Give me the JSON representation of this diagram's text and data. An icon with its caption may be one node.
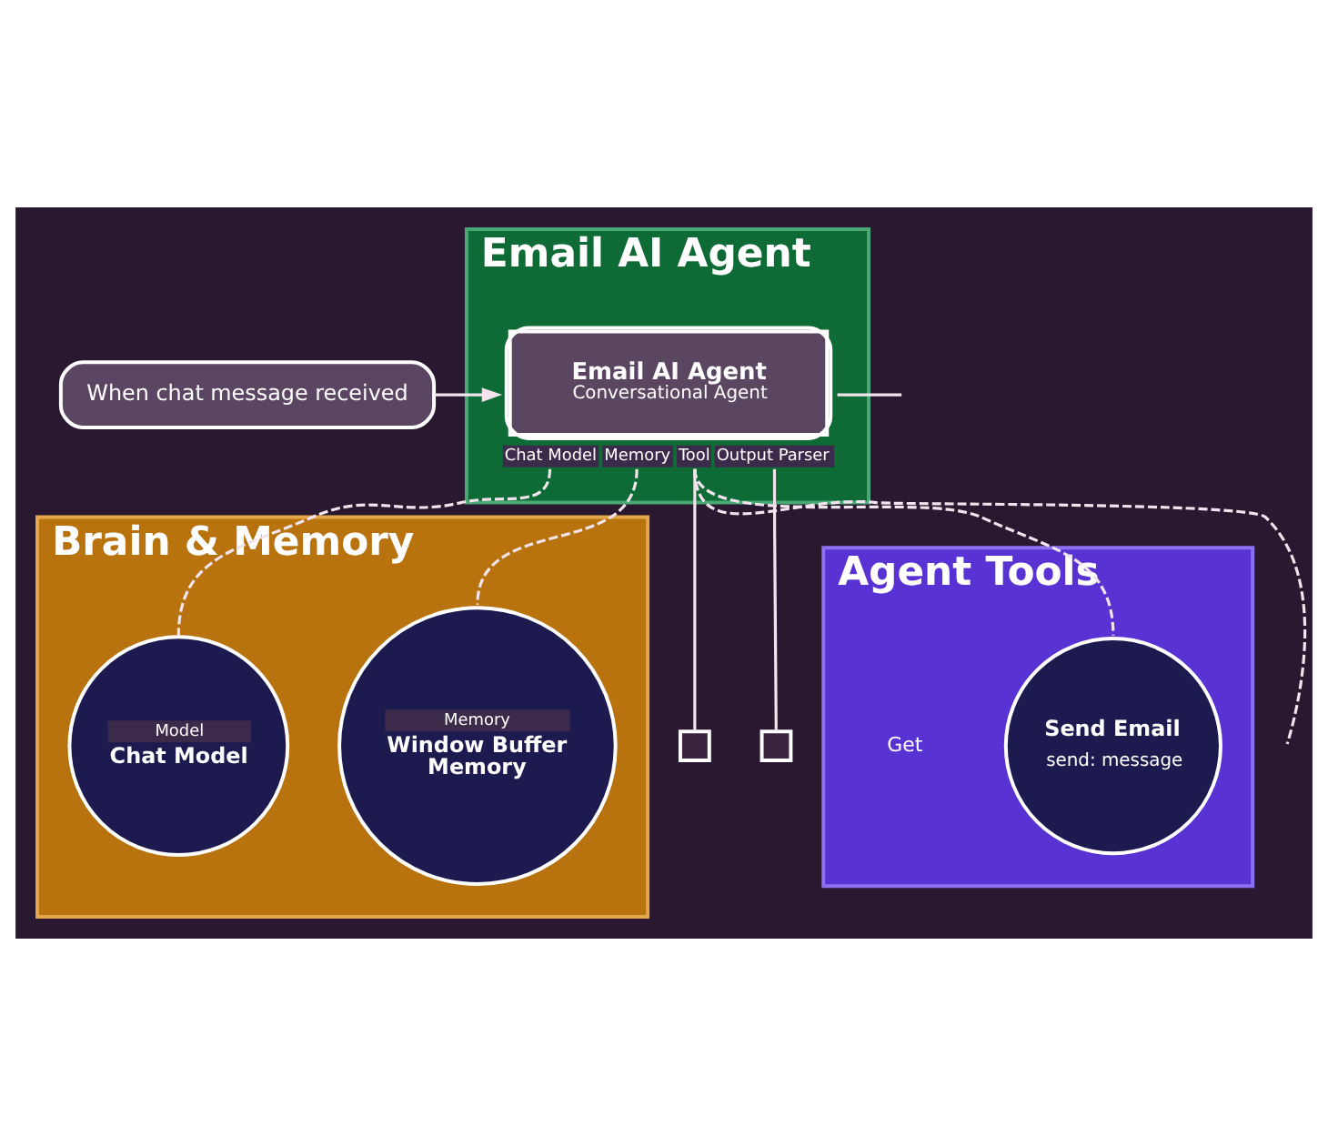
{
  "diagram": {
    "nodes": [
      {
        "text": [
          "Email AI Agent"
        ]
      },
      {
        "text": [
          "When chat message received"
        ]
      },
      {
        "text": [
          "Email AI Agent",
          "Conversational Agent"
        ],
        "in": 0,
        "beside": [
          "Chat Model",
          "Memory",
          "Tool",
          "Output Parser"
        ]
      },
      {
        "text": [],
        "shape": "box"
      },
      {
        "text": [],
        "shape": "box"
      },
      {
        "text": [
          "Brain & Memory"
        ]
      },
      {
        "text": [
          "Model",
          "Chat Model"
        ],
        "in": 5
      },
      {
        "text": [
          "Memory",
          "Window Buffer Memory"
        ],
        "in": 5
      },
      {
        "text": [
          "Agent Tools"
        ]
      },
      {
        "text": [
          "Send Email",
          "send: message"
        ],
        "in": 8
      }
    ],
    "edges": [
      {
        "from": 1,
        "to": 2,
        "arrow": "to"
      },
      {
        "from": 2,
        "to": 6,
        "arrow": "none",
        "style": "dashed"
      },
      {
        "from": 2,
        "to": 7,
        "arrow": "none",
        "style": "dashed"
      },
      {
        "from": 2,
        "to": 9,
        "arrow": "none",
        "style": "dashed"
      },
      {
        "from": 2,
        "to": null,
        "arrow": "none",
        "style": "dashed"
      },
      {
        "from": 2,
        "to": 3,
        "arrow": "none"
      },
      {
        "from": 2,
        "to": 4,
        "arrow": "none"
      },
      {
        "from": 2,
        "to": null,
        "arrow": "none"
      }
    ],
    "labels": [
      "Get"
    ]
  }
}
